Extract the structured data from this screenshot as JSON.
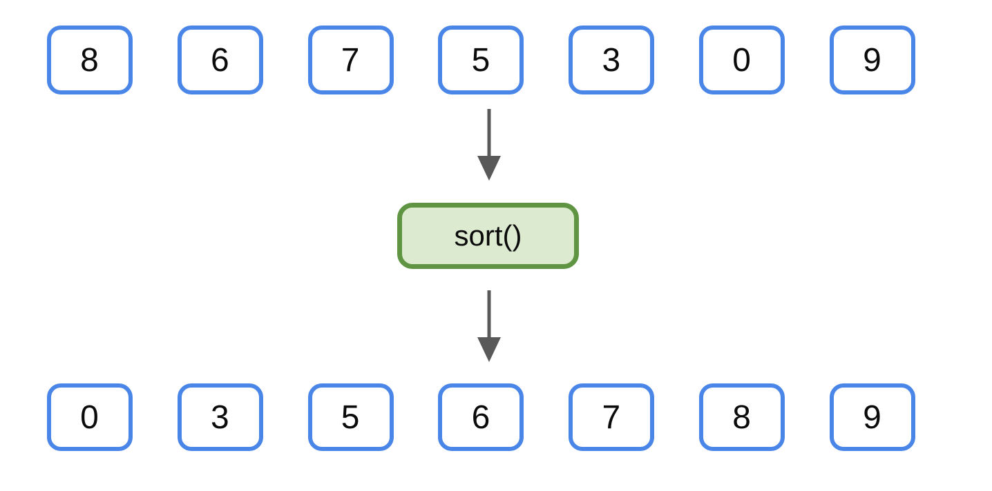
{
  "diagram": {
    "description": "Array sorting diagram: unsorted array passes through sort() to produce sorted array",
    "unsorted_array": [
      "8",
      "6",
      "7",
      "5",
      "3",
      "0",
      "9"
    ],
    "sorted_array": [
      "0",
      "3",
      "5",
      "6",
      "7",
      "8",
      "9"
    ],
    "operation": {
      "label": "sort()"
    },
    "icons": [
      "arrow-down-icon",
      "arrow-down-icon"
    ],
    "colors": {
      "box_border": "#4a86e8",
      "box_fill": "#ffffff",
      "operation_border": "#5f9542",
      "operation_fill": "#dcead0",
      "arrow": "#595959",
      "text": "#0b0b0b"
    }
  }
}
